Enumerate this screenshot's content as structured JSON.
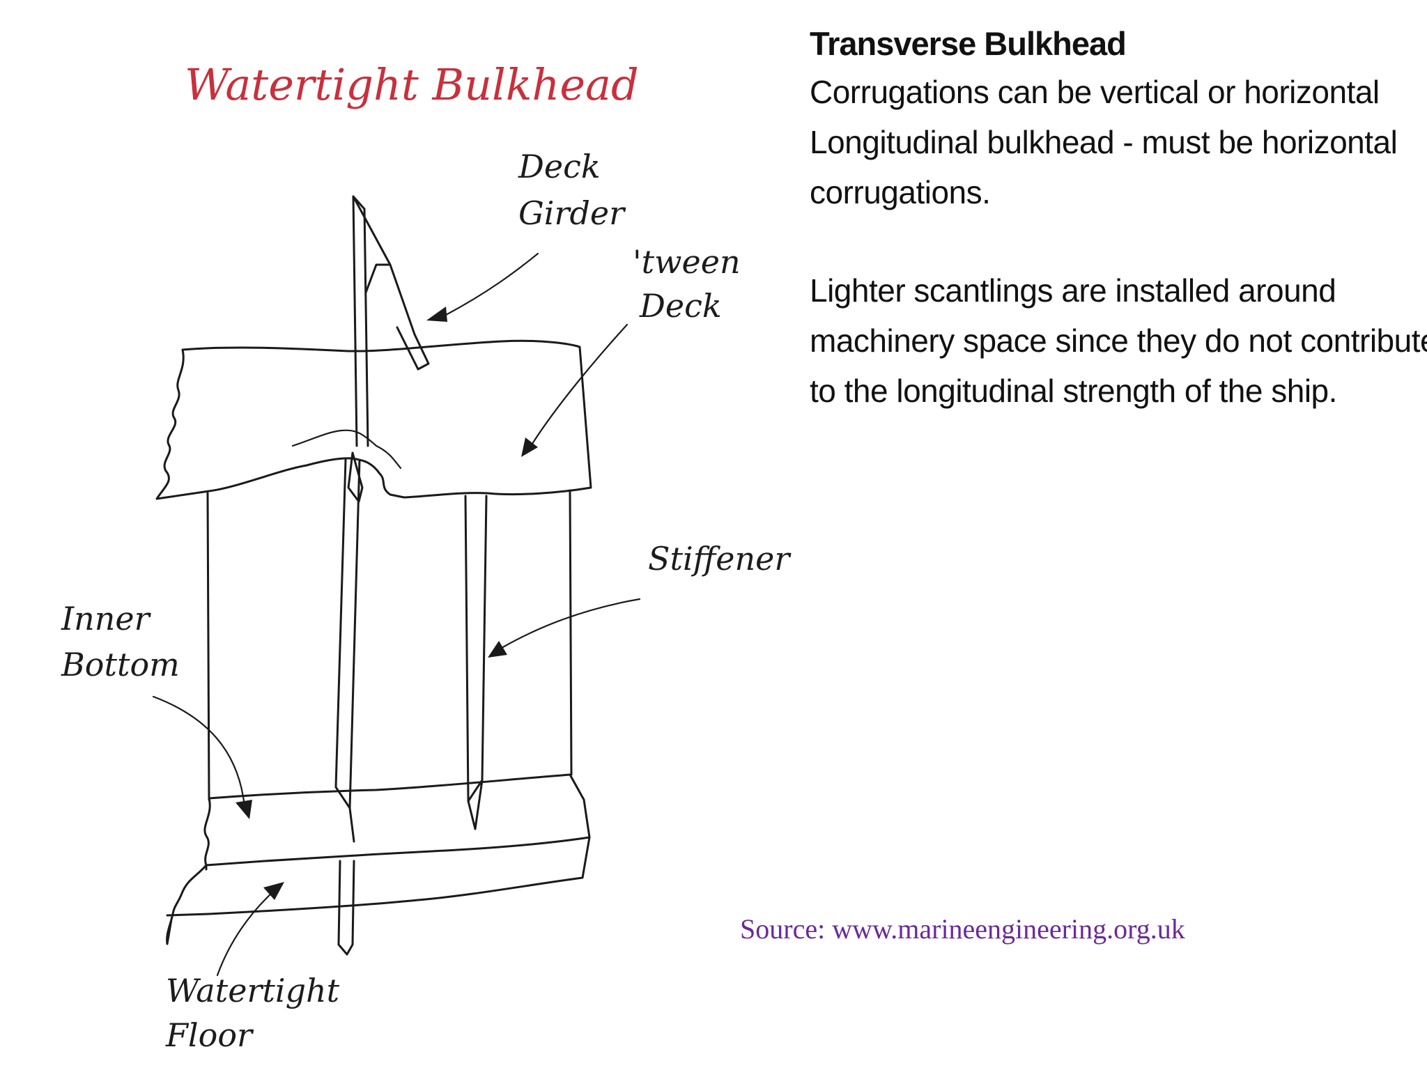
{
  "diagram": {
    "title": "Watertight Bulkhead",
    "labels": {
      "deck_girder_1": "Deck",
      "deck_girder_2": "Girder",
      "tween_deck_1": "'tween",
      "tween_deck_2": "Deck",
      "stiffener": "Stiffener",
      "inner_bottom_1": "Inner",
      "inner_bottom_2": "Bottom",
      "watertight_floor_1": "Watertight",
      "watertight_floor_2": "Floor"
    }
  },
  "notes": {
    "heading": "Transverse Bulkhead",
    "lines_a": [
      "Corrugations can be vertical or horizontal",
      "Longitudinal bulkhead - must be horizontal",
      "corrugations."
    ],
    "lines_b": [
      "Lighter scantlings are installed around",
      "machinery space since they do not contribute",
      "to the longitudinal strength of the ship."
    ]
  },
  "source": "Source: www.marineengineering.org.uk"
}
